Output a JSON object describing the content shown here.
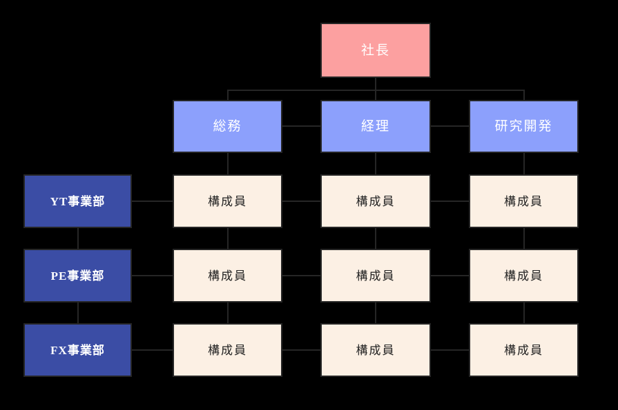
{
  "diagram": {
    "type": "matrix-organization-chart",
    "background_color": "#000000",
    "line_color": "#262626"
  },
  "executive": {
    "label": "社長",
    "fill": "#fca0a0",
    "text_color": "#ffffff"
  },
  "departments": [
    {
      "label": "総務",
      "fill": "#8ca0fc",
      "text_color": "#ffffff"
    },
    {
      "label": "経理",
      "fill": "#8ca0fc",
      "text_color": "#ffffff"
    },
    {
      "label": "研究開発",
      "fill": "#8ca0fc",
      "text_color": "#ffffff"
    }
  ],
  "business_units": [
    {
      "label": "YT事業部",
      "fill": "#3b4da5",
      "text_color": "#ffffff"
    },
    {
      "label": "PE事業部",
      "fill": "#3b4da5",
      "text_color": "#ffffff"
    },
    {
      "label": "FX事業部",
      "fill": "#3b4da5",
      "text_color": "#ffffff"
    }
  ],
  "members": {
    "fill": "#fcf0e4",
    "text_color": "#222222",
    "rows": [
      [
        {
          "label": "構成員"
        },
        {
          "label": "構成員"
        },
        {
          "label": "構成員"
        }
      ],
      [
        {
          "label": "構成員"
        },
        {
          "label": "構成員"
        },
        {
          "label": "構成員"
        }
      ],
      [
        {
          "label": "構成員"
        },
        {
          "label": "構成員"
        },
        {
          "label": "構成員"
        }
      ]
    ]
  }
}
